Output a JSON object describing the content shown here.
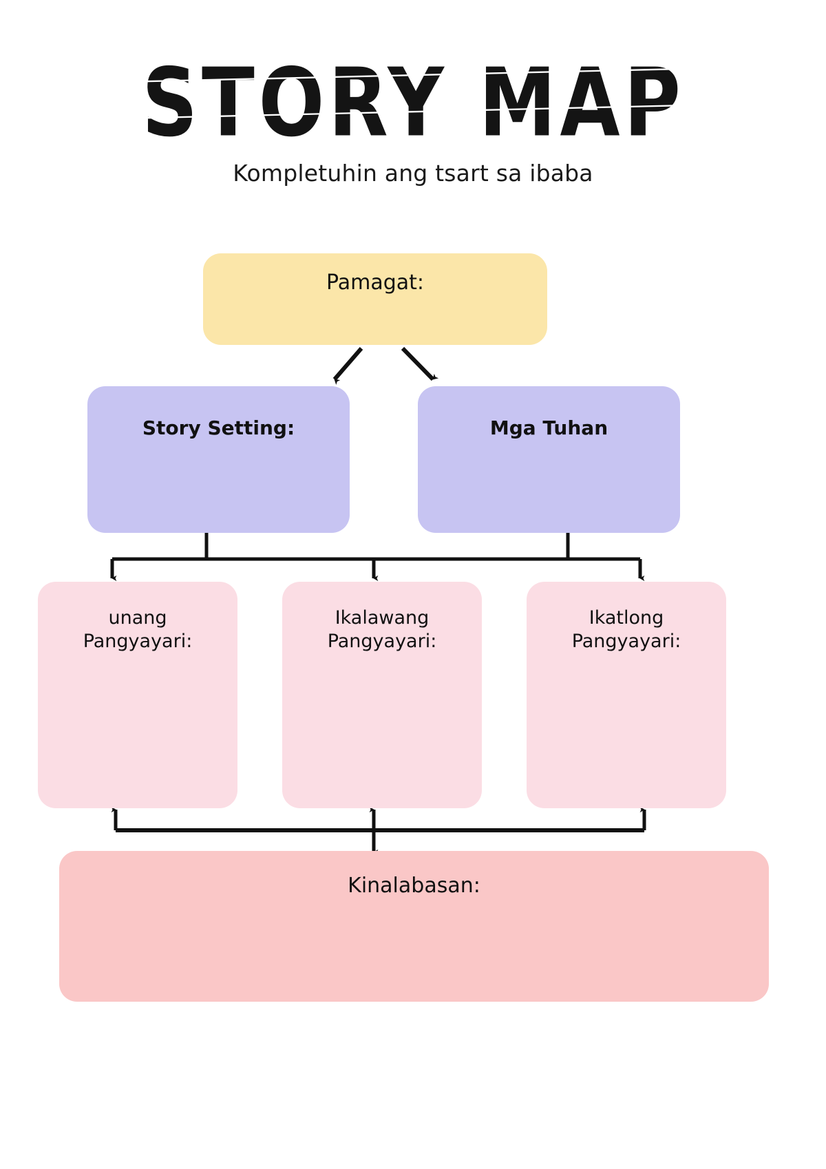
{
  "header": {
    "title": "STORY MAP",
    "subtitle": "Kompletuhin ang tsart sa ibaba"
  },
  "diagram": {
    "type": "story-map-flowchart",
    "colors": {
      "title_box": "#FBE6A9",
      "branch_box": "#C7C4F2",
      "event_box": "#FBDDE4",
      "outcome_box": "#FAC7C7",
      "connector": "#111111",
      "page_background": "#FFFFFF"
    },
    "nodes": {
      "title_node": {
        "label": "Pamagat:"
      },
      "branches": [
        {
          "label": "Story Setting:"
        },
        {
          "label": "Mga Tuhan"
        }
      ],
      "events": [
        {
          "label": "unang\nPangyayari:"
        },
        {
          "label": "Ikalawang\nPangyayari:"
        },
        {
          "label": "Ikatlong\nPangyayari:"
        }
      ],
      "outcome": {
        "label": "Kinalabasan:"
      }
    }
  }
}
